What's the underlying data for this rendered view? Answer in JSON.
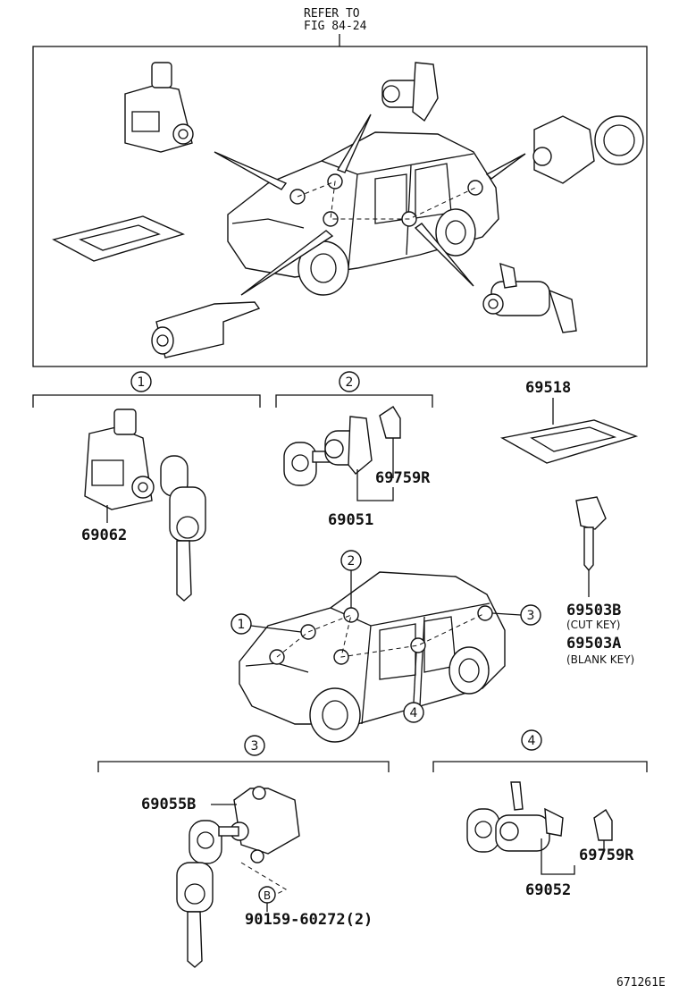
{
  "refer_to": "REFER TO",
  "fig_ref": "FIG 84-24",
  "drawing_id": "671261E",
  "callouts": [
    "1",
    "2",
    "3",
    "4"
  ],
  "callout_b": "B",
  "parts": {
    "p69518": "69518",
    "p69062": "69062",
    "p69759r_a": "69759R",
    "p69051": "69051",
    "p69503b": "69503B",
    "p69503b_note": "(CUT KEY)",
    "p69503a": "69503A",
    "p69503a_note": "(BLANK KEY)",
    "p69055b": "69055B",
    "p90159": "90159-60272(2)",
    "p69759r_b": "69759R",
    "p69052": "69052"
  },
  "colors": {
    "ink": "#111111",
    "paper": "#ffffff"
  }
}
